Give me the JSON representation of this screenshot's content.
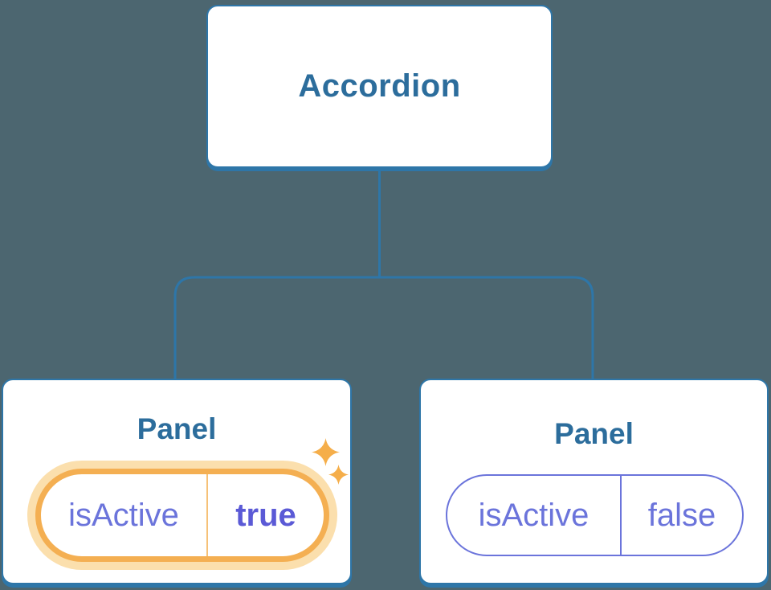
{
  "colors": {
    "background": "#4C6670",
    "connector_blue": "#2E76A8",
    "heading_blue": "#2C6D9C",
    "state_purple": "#6B74DB",
    "state_value_bold_purple": "#5B5AD6",
    "highlight_orange": "#F4AF52",
    "highlight_glow": "#FBDFAD",
    "sparkle_orange": "#F5AE4A"
  },
  "tree": {
    "root": {
      "label": "Accordion"
    },
    "children": [
      {
        "title": "Panel",
        "state": {
          "name": "isActive",
          "value": "true"
        },
        "highlighted": true
      },
      {
        "title": "Panel",
        "state": {
          "name": "isActive",
          "value": "false"
        },
        "highlighted": false
      }
    ]
  },
  "icons": {
    "sparkle": "four-point-star"
  }
}
